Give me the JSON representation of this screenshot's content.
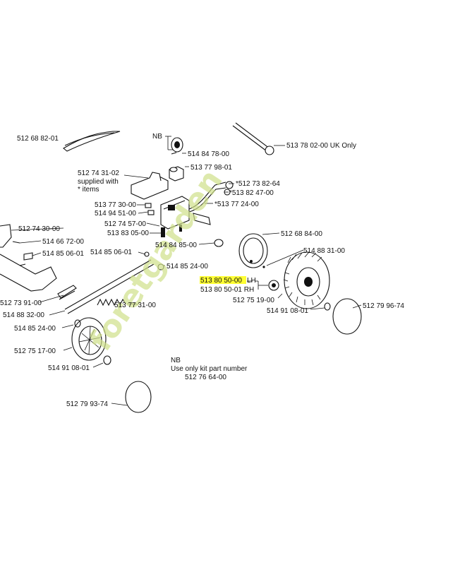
{
  "watermark": "foretgarden",
  "labels": {
    "l1": "512 68 82-01",
    "l2": "NB",
    "l3": "514 84 78-00",
    "l4": "513 77 98-01",
    "l5": "513 78 02-00 UK Only",
    "l6": "512 74 31-02",
    "l7": "supplied with",
    "l8": "* items",
    "l9": "*512 73 82-64",
    "l10": "*513 82 47-00",
    "l11": "*513 77 24-00",
    "l12": "513 77 30-00",
    "l13": "514 94 51-00",
    "l14": "512 74 57-00",
    "l15": "513 83 05-00",
    "l16": "512 74 30-00",
    "l17": "514 66 72-00",
    "l18": "514 85 06-01",
    "l19": "514 85 06-01",
    "l20": "514 84 85-00",
    "l21": "512 68 84-00",
    "l22": "514 88 31-00",
    "l23": "514 85 24-00",
    "l24": "513 80 50-00",
    "l24b": "LH",
    "l25": "513 80 50-01 RH",
    "l26": "512 75 19-00",
    "l27": "512 73 91-00",
    "l28": "513 77 31-00",
    "l29": "514 91 08-01",
    "l30": "512 79 96-74",
    "l31": "514 88 32-00",
    "l32": "514 85 24-00",
    "l33": "512 75 17-00",
    "l34": "514 91 08-01",
    "l35": "NB",
    "l36": "Use only kit part number",
    "l37": "512 76 64-00",
    "l38": "512 79 93-74"
  },
  "highlight_color": "#ffff33"
}
